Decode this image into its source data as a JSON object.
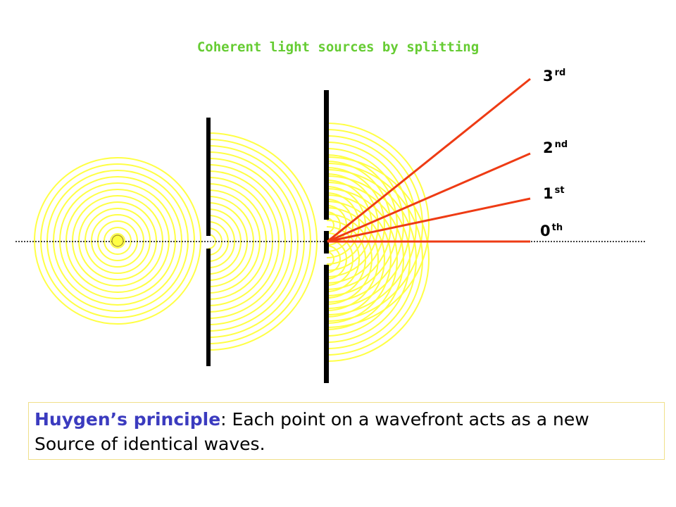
{
  "title": "Coherent light sources by splitting",
  "orders": [
    {
      "number": "3",
      "suffix": "rd"
    },
    {
      "number": "2",
      "suffix": "nd"
    },
    {
      "number": "1",
      "suffix": "st"
    },
    {
      "number": "0",
      "suffix": "th"
    }
  ],
  "caption": {
    "term": "Huygen’s principle",
    "text_line1": ": Each point on a wavefront acts as a new",
    "text_line2": "Source of identical waves."
  },
  "colors": {
    "wave": "#ffff44",
    "order_line": "#ee3b14",
    "barrier": "#000000",
    "title": "#66cc33",
    "term": "#3b3bbf"
  }
}
